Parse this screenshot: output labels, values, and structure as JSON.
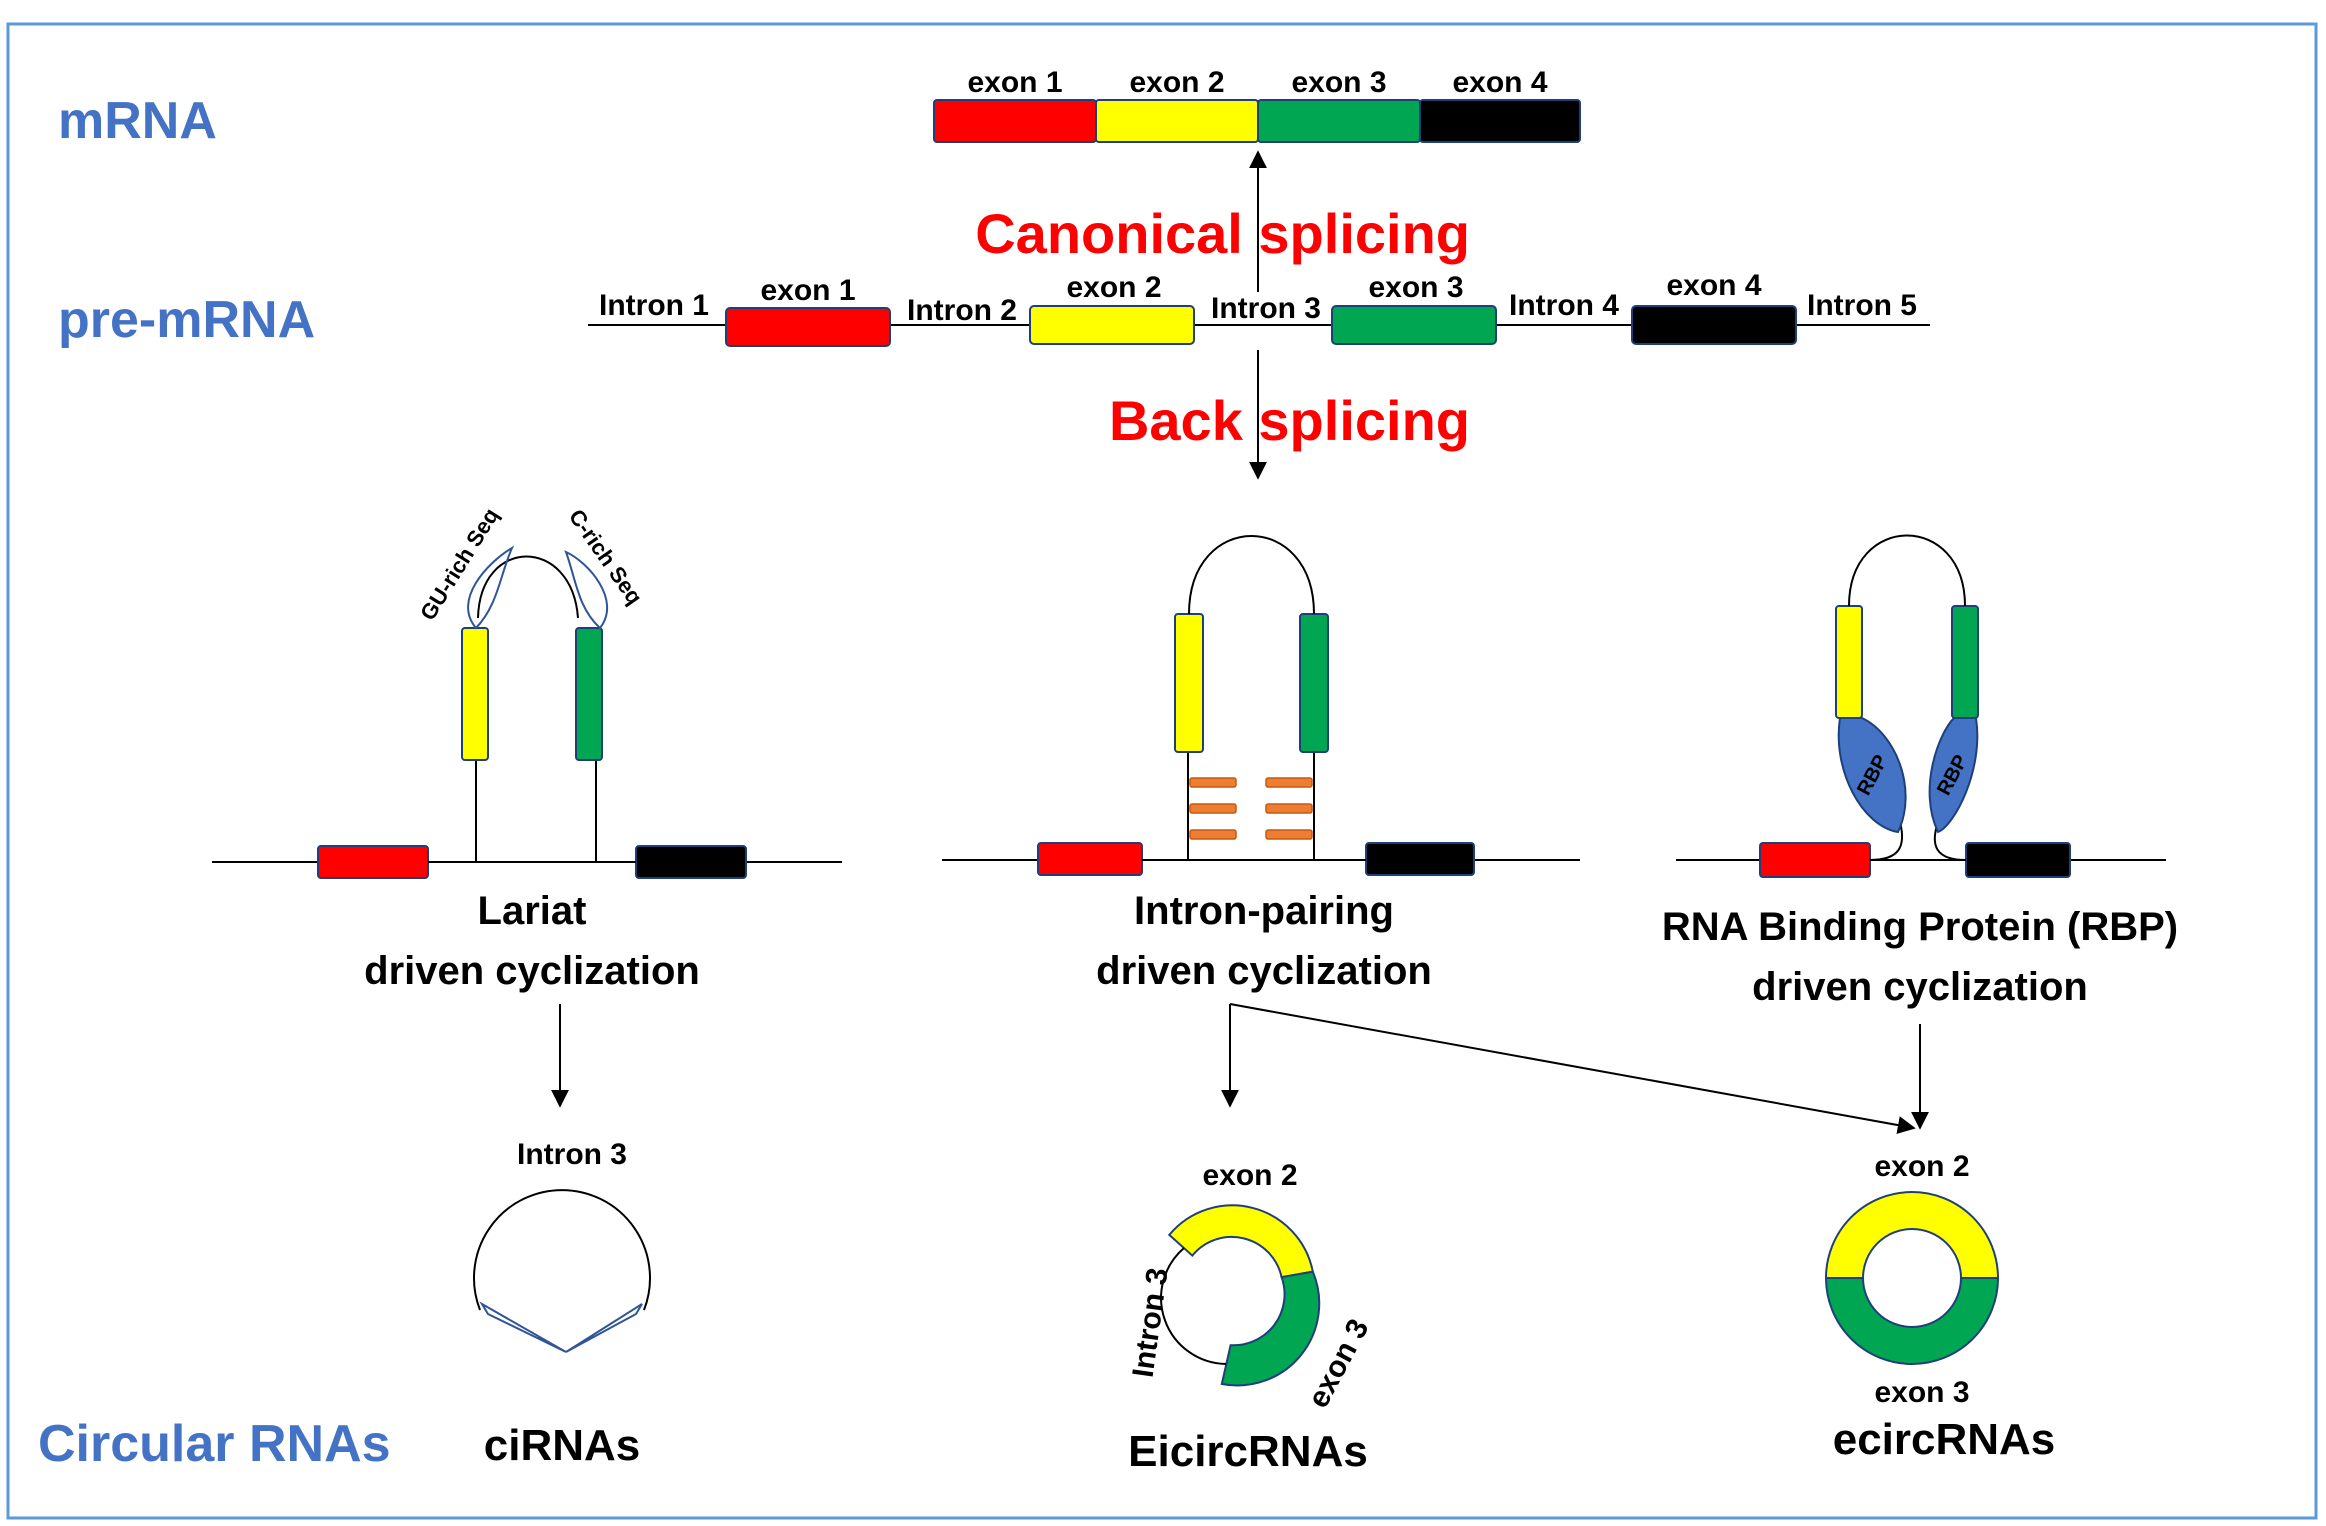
{
  "colors": {
    "exon_1": "#ff0000",
    "exon_2": "#ffff00",
    "exon_3": "#00a651",
    "exon_4": "#000000",
    "side_labels": "#4472c4",
    "splicing_labels": "#ff0000",
    "rbp": "#4472c4",
    "pairing": "#ed7d31",
    "frame": "#5b9bd5"
  },
  "side_labels": {
    "mrna": "mRNA",
    "pre_mrna": "pre-mRNA",
    "circular": "Circular RNAs"
  },
  "mrna_exons": [
    "exon 1",
    "exon 2",
    "exon 3",
    "exon 4"
  ],
  "pre_mrna": {
    "exons": [
      "exon 1",
      "exon 2",
      "exon 3",
      "exon 4"
    ],
    "introns": [
      "Intron 1",
      "Intron 2",
      "Intron 3",
      "Intron 4",
      "Intron 5"
    ]
  },
  "splicing": {
    "canonical": "Canonical splicing",
    "back": "Back splicing"
  },
  "lariat": {
    "gu_rich": "GU-rich Seq",
    "c_rich": "C-rich Seq",
    "title_1": "Lariat",
    "title_2": "driven cyclization"
  },
  "intron_pairing": {
    "title_1": "Intron-pairing",
    "title_2": "driven cyclization"
  },
  "rbp": {
    "label_left": "RBP",
    "label_right": "RBP",
    "title_1": "RNA Binding Protein (RBP)",
    "title_2": "driven cyclization"
  },
  "products": {
    "cirna_intron": "Intron 3",
    "cirna": "ciRNAs",
    "eicirc_exon2": "exon 2",
    "eicirc_exon3": "exon 3",
    "eicirc_intron": "Intron 3",
    "eicirc": "EicircRNAs",
    "ecirc_exon2": "exon 2",
    "ecirc_exon3": "exon 3",
    "ecirc": "ecircRNAs"
  }
}
